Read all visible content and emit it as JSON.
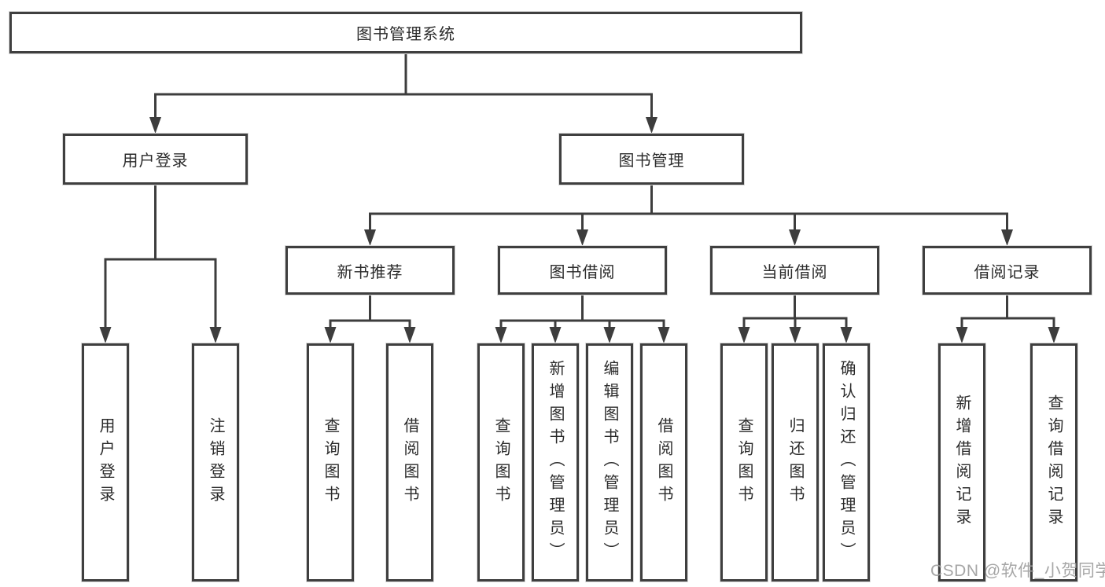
{
  "colors": {
    "line": "#3d3d3d",
    "box_border": "#3f3f3f",
    "text": "#2b2b2b",
    "watermark": "#9e9e9e",
    "background": "#ffffff"
  },
  "watermark": "CSDN @软件_小贺同学",
  "tree": {
    "label": "图书管理系统",
    "children": [
      {
        "label": "用户登录",
        "children": [
          {
            "label": "用户登录"
          },
          {
            "label": "注销登录"
          }
        ]
      },
      {
        "label": "图书管理",
        "children": [
          {
            "label": "新书推荐",
            "children": [
              {
                "label": "查询图书"
              },
              {
                "label": "借阅图书"
              }
            ]
          },
          {
            "label": "图书借阅",
            "children": [
              {
                "label": "查询图书"
              },
              {
                "label": "新增图书（管理员）"
              },
              {
                "label": "编辑图书（管理员）"
              },
              {
                "label": "借阅图书"
              }
            ]
          },
          {
            "label": "当前借阅",
            "children": [
              {
                "label": "查询图书"
              },
              {
                "label": "归还图书"
              },
              {
                "label": "确认归还（管理员）"
              }
            ]
          },
          {
            "label": "借阅记录",
            "children": [
              {
                "label": "新增借阅记录"
              },
              {
                "label": "查询借阅记录"
              }
            ]
          }
        ]
      }
    ]
  }
}
